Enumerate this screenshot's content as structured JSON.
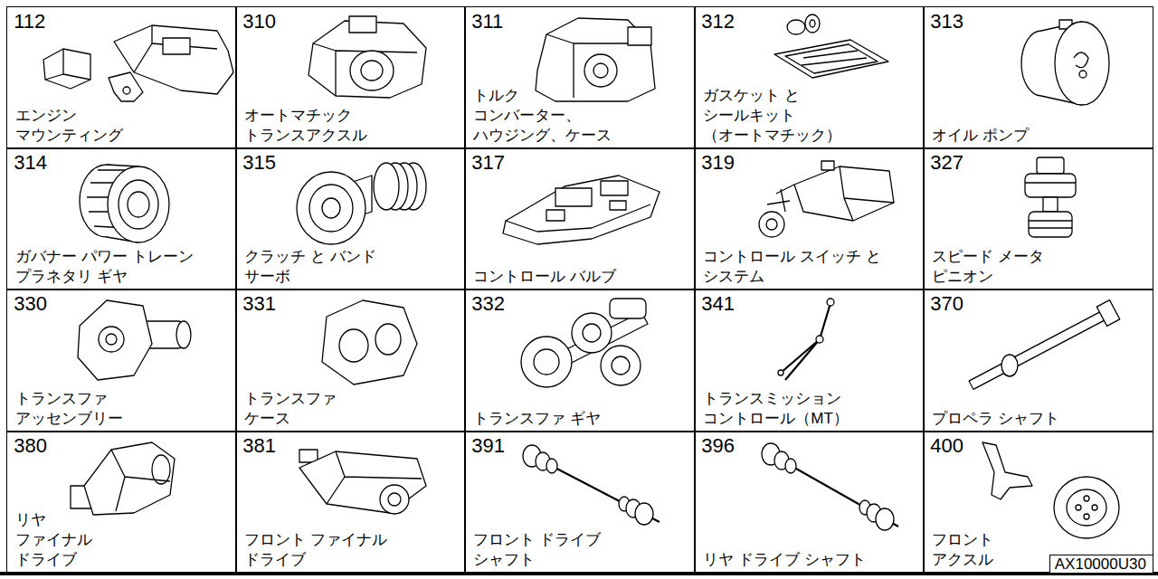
{
  "diagram": {
    "nodes": [
      {
        "text": [
          "112",
          "エンジン マウンティング"
        ]
      },
      {
        "text": [
          "310",
          "オートマチック トランスアクスル"
        ]
      },
      {
        "text": [
          "311",
          "トルク コンバーター、 ハウジング、ケース"
        ]
      },
      {
        "text": [
          "312",
          "ガスケット と シールキット （オートマチック）"
        ]
      },
      {
        "text": [
          "313",
          "オイル ポンプ"
        ]
      },
      {
        "text": [
          "314",
          "ガバナー パワー トレーン プラネタリ ギヤ"
        ]
      },
      {
        "text": [
          "315",
          "クラッチ と バンド サーボ"
        ]
      },
      {
        "text": [
          "317",
          "コントロール バルブ"
        ]
      },
      {
        "text": [
          "319",
          "コントロール スイッチ と システム"
        ]
      },
      {
        "text": [
          "327",
          "スピード メータ ピニオン"
        ]
      },
      {
        "text": [
          "330",
          "トランスファ アッセンブリー"
        ]
      },
      {
        "text": [
          "331",
          "トランスファ ケース"
        ]
      },
      {
        "text": [
          "332",
          "トランスファ ギヤ"
        ]
      },
      {
        "text": [
          "341",
          "トランスミッション コントロール（MT）"
        ]
      },
      {
        "text": [
          "370",
          "プロペラ シャフト"
        ]
      },
      {
        "text": [
          "380",
          "リヤ ファイナル ドライブ"
        ]
      },
      {
        "text": [
          "381",
          "フロント ファイナル ドライブ"
        ]
      },
      {
        "text": [
          "391",
          "フロント ドライブ シャフト"
        ]
      },
      {
        "text": [
          "396",
          "リヤ ドライブ シャフト"
        ]
      },
      {
        "text": [
          "400",
          "フロント アクスル"
        ]
      },
      {
        "text": [
          "AX10000U30"
        ],
        "in": 19
      }
    ]
  }
}
